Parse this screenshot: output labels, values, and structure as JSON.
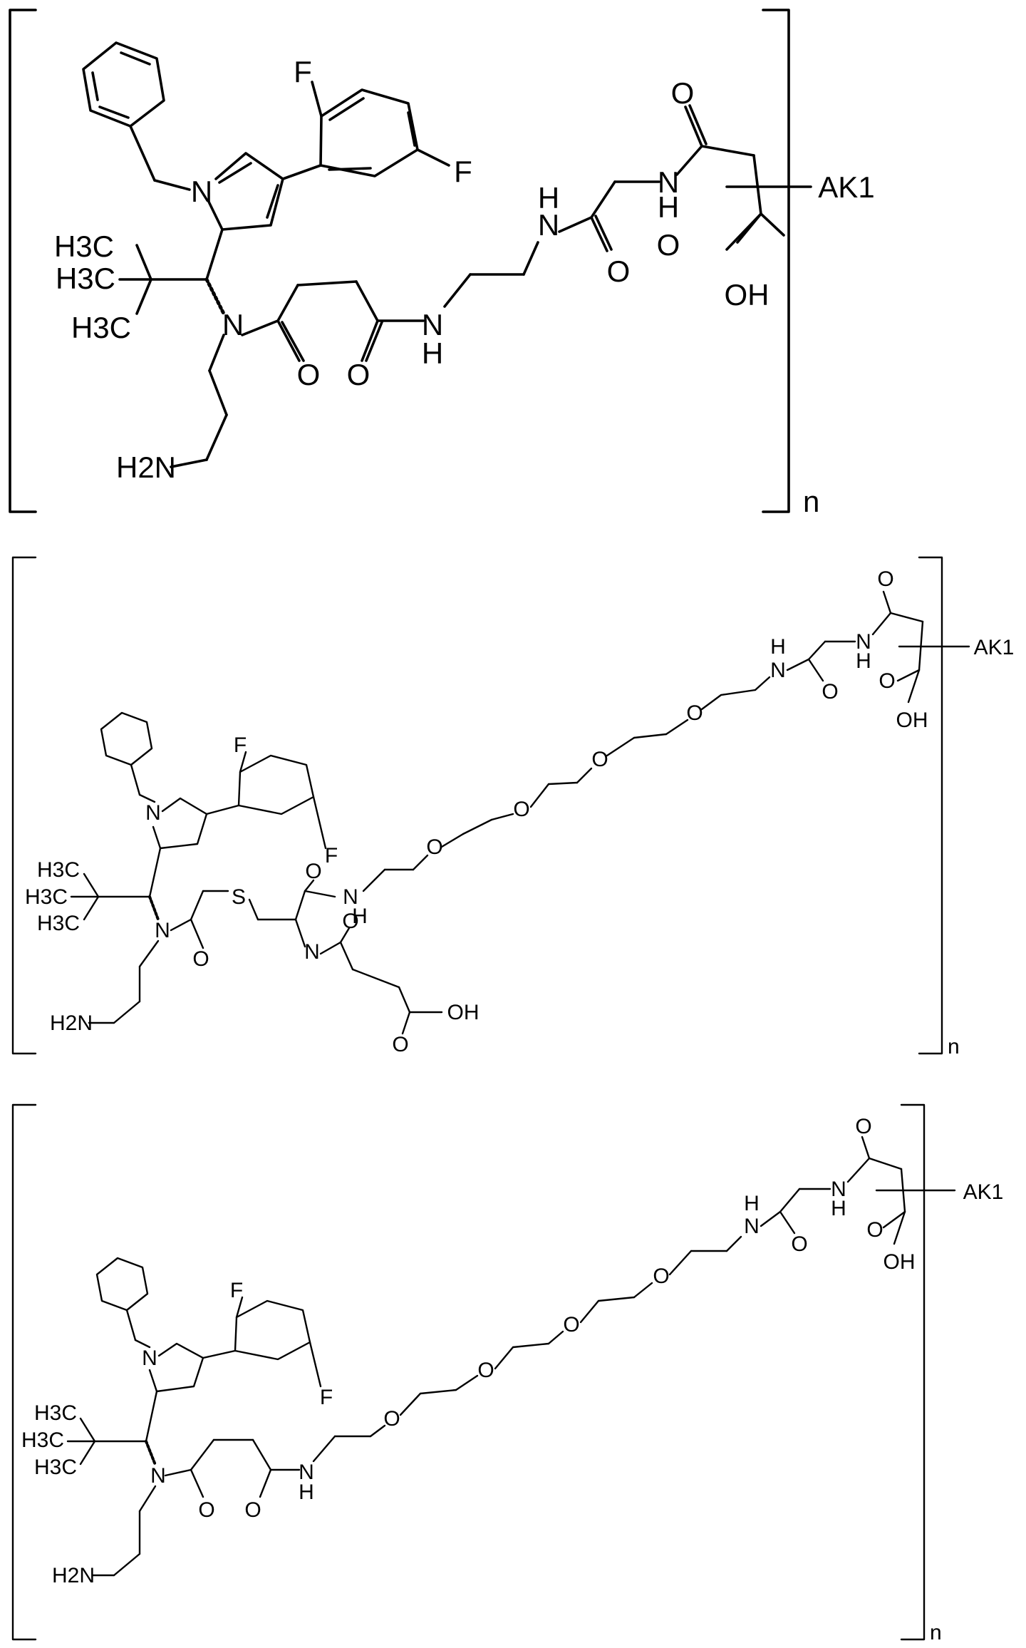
{
  "structures": [
    {
      "atoms": {
        "f_top": "F",
        "f_right": "F",
        "n_pyrrole": "N",
        "me1": "H3C",
        "me2": "H3C",
        "me3": "H3C",
        "n_amide": "N",
        "o1": "O",
        "o2": "O",
        "nh1": "N",
        "nh1_h": "H",
        "nh2": "N",
        "nh2_h": "H",
        "o3": "O",
        "nh3": "N",
        "nh3_h": "H",
        "o4": "O",
        "o5": "O",
        "oh": "OH",
        "h2n": "H2N",
        "ak": "AK1"
      },
      "repeat": "n"
    },
    {
      "atoms": {
        "f_top": "F",
        "f_right": "F",
        "n_pyrrole": "N",
        "me1": "H3C",
        "me2": "H3C",
        "me3": "H3C",
        "n_amide": "N",
        "o_acyl": "O",
        "s": "S",
        "o_cys": "O",
        "nh_cys": "N",
        "nh_cys_h": "H",
        "n_cys": "N",
        "o_succ": "O",
        "o_succ2": "O",
        "oh_succ": "OH",
        "peg_o1": "O",
        "peg_o2": "O",
        "peg_o3": "O",
        "peg_o4": "O",
        "nh_gly": "N",
        "nh_gly_h": "H",
        "o_gly": "O",
        "nh_term": "N",
        "nh_term_h": "H",
        "o_term": "O",
        "o_acid": "O",
        "oh": "OH",
        "h2n": "H2N",
        "ak": "AK1"
      },
      "repeat": "n"
    },
    {
      "atoms": {
        "f_top": "F",
        "f_right": "F",
        "n_pyrrole": "N",
        "me1": "H3C",
        "me2": "H3C",
        "me3": "H3C",
        "n_amide": "N",
        "o1": "O",
        "o2": "O",
        "nh1": "N",
        "nh1_h": "H",
        "peg_o1": "O",
        "peg_o2": "O",
        "peg_o3": "O",
        "peg_o4": "O",
        "nh_gly": "N",
        "nh_gly_h": "H",
        "o_gly": "O",
        "nh_term": "N",
        "nh_term_h": "H",
        "o_term": "O",
        "o_acid": "O",
        "oh": "OH",
        "h2n": "H2N",
        "ak": "AK1"
      },
      "repeat": "n"
    }
  ]
}
